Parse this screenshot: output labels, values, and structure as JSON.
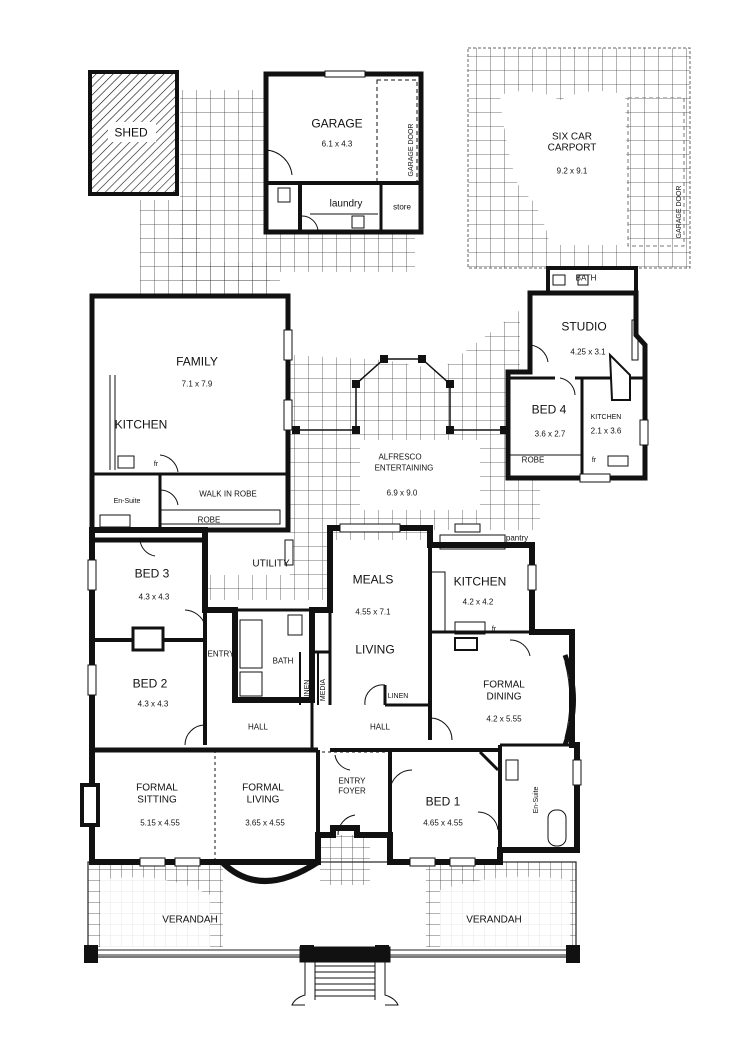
{
  "plan": {
    "outbuildings": {
      "shed": {
        "name": "SHED"
      },
      "garage": {
        "name": "GARAGE",
        "size": "6.1 x 4.3",
        "door": "GARAGE DOOR"
      },
      "laundry": {
        "name": "laundry",
        "store": "store"
      },
      "carport": {
        "name_line1": "SIX CAR",
        "name_line2": "CARPORT",
        "size": "9.2 x 9.1",
        "door": "GARAGE DOOR"
      }
    },
    "studio_wing": {
      "bath": "BATH",
      "studio": {
        "name": "STUDIO",
        "size": "4.25 x 3.1"
      },
      "bed4": {
        "name": "BED 4",
        "size": "3.6 x 2.7"
      },
      "kitchen": {
        "name": "KITCHEN",
        "size": "2.1 x 3.6"
      },
      "robe": "ROBE",
      "fridge": "fr"
    },
    "family": {
      "name": "FAMILY",
      "size": "7.1 x 7.9",
      "kitchen": "KITCHEN",
      "fridge": "fr"
    },
    "ensuite_left": "En-Suite",
    "walk_in_robe": "WALK IN ROBE",
    "robe": "ROBE",
    "alfresco": {
      "line1": "ALFRESCO",
      "line2": "ENTERTAINING",
      "size": "6.9 x 9.0"
    },
    "utility": "UTILITY",
    "bed3": {
      "name": "BED 3",
      "size": "4.3 x 4.3"
    },
    "bed2": {
      "name": "BED 2",
      "size": "4.3 x 4.3"
    },
    "entry": "ENTRY",
    "bath": "BATH",
    "linen1": "LINEN",
    "media": "MEDIA",
    "linen2": "LINEN",
    "hall_left": "HALL",
    "hall_right": "HALL",
    "meals": {
      "name": "MEALS",
      "size": "4.55 x 7.1",
      "living": "LIVING"
    },
    "kitchen_main": {
      "name": "KITCHEN",
      "size": "4.2 x 4.2",
      "pantry": "pantry",
      "fridge": "fr"
    },
    "formal_dining": {
      "line1": "FORMAL",
      "line2": "DINING",
      "size": "4.2 x 5.55"
    },
    "formal_sitting": {
      "line1": "FORMAL",
      "line2": "SITTING",
      "size": "5.15 x 4.55"
    },
    "formal_living": {
      "line1": "FORMAL",
      "line2": "LIVING",
      "size": "3.65 x 4.55"
    },
    "entry_foyer": {
      "line1": "ENTRY",
      "line2": "FOYER"
    },
    "bed1": {
      "name": "BED 1",
      "size": "4.65 x 4.55"
    },
    "ensuite_right": "En-Suite",
    "verandah_left": "VERANDAH",
    "verandah_right": "VERANDAH"
  }
}
